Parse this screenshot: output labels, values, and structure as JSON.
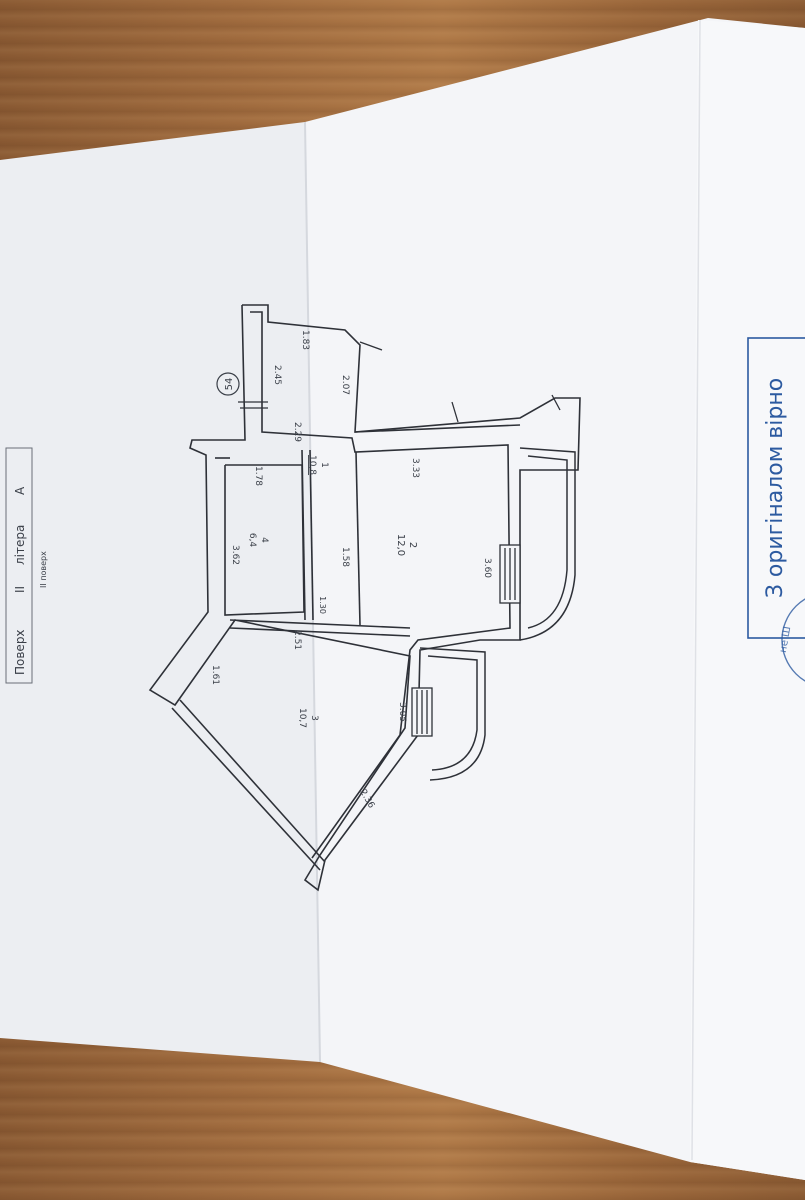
{
  "document": {
    "header": {
      "floor_label": "Поверх",
      "floor_value": "II",
      "letter_label": "літера",
      "letter_value": "А",
      "sub_label": "II поверх"
    },
    "unit_number": "54",
    "rooms": [
      {
        "number": "1",
        "area": "10,8"
      },
      {
        "number": "2",
        "area": "12,0"
      },
      {
        "number": "3",
        "area": "10,7"
      },
      {
        "number": "4",
        "area": "6,4"
      }
    ],
    "dimensions": [
      "1.83",
      "2.45",
      "2.07",
      "2.29",
      "1.78",
      "3.33",
      "3.62",
      "1.58",
      "1.30",
      "3.60",
      "2.51",
      "1.61",
      "3.05",
      "2.36"
    ],
    "stamp": {
      "text": "З оригіналом вірно",
      "seal_fragment": "не Ш"
    }
  }
}
